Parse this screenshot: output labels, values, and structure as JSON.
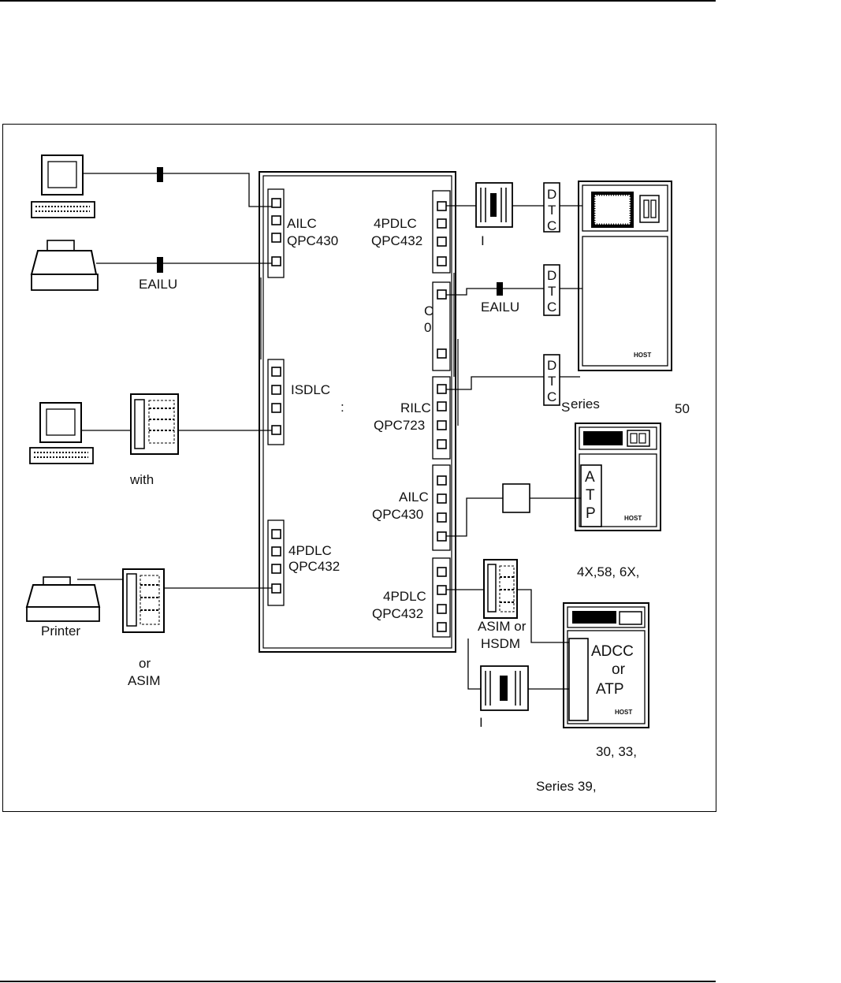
{
  "diagram": {
    "labels": {
      "eailu_top": "EAILU",
      "ailc_left": "AILC",
      "qpc430_left": "QPC430",
      "isdlc": "ISDLC",
      "colon_mark": ":",
      "with": "with",
      "pdlc_left": "4PDLC",
      "qpc432_left": "QPC432",
      "printer": "Printer",
      "or_left": "or",
      "asim_left": "ASIM",
      "pdlc_right_top": "4PDLC",
      "qpc432_right_top": "QPC432",
      "c_frag": "C",
      "zero_frag": "0",
      "eailu_right": "EAILU",
      "rilc": "RILC",
      "qpc723": "QPC723",
      "ailc_right": "AILC",
      "qpc430_right": "QPC430",
      "pdlc_right_bottom": "4PDLC",
      "qpc432_right_bottom": "QPC432",
      "asim_or_frag": "ASIM or",
      "hsdm": "HSDM",
      "series_frag": "eries",
      "s_small": "S",
      "fifty_frag": "50",
      "series_list_frag": "4X,58, 6X,",
      "series_30_33": "30, 33,",
      "series_39": "Series 39,",
      "one_mark": "I",
      "adcc": "ADCC",
      "or_right": "or",
      "atp_text": "ATP",
      "host": "HOST"
    },
    "dtc_letters": [
      "D",
      "T",
      "C"
    ],
    "atp_letters": [
      "A",
      "T",
      "P"
    ]
  }
}
